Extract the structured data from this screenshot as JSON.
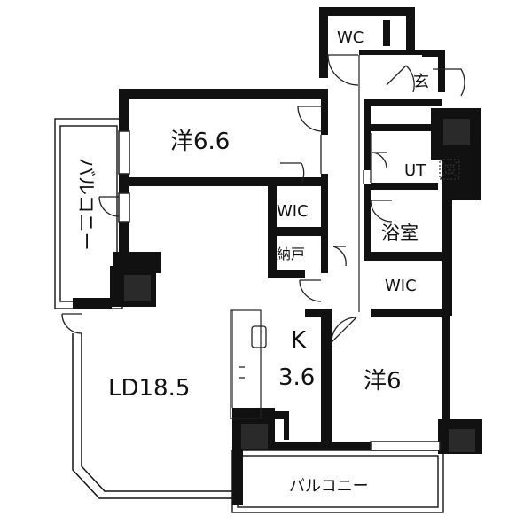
{
  "rooms": {
    "wc": "WC",
    "genkan": "玄",
    "western_1": "洋6.6",
    "balcony_left": "バルコニー",
    "wic_1": "WIC",
    "nando": "納戸",
    "ut": "UT",
    "bath": "浴室",
    "wic_2": "WIC",
    "living": "LD18.5",
    "kitchen_k": "K",
    "kitchen_size": "3.6",
    "western_2": "洋6",
    "balcony_bottom": "バルコニー"
  },
  "colors": {
    "wall": "#111111",
    "background": "#ffffff"
  },
  "icons": [
    "door-swing-icon",
    "washer-icon",
    "pillar-icon",
    "kitchen-sink-icon"
  ]
}
